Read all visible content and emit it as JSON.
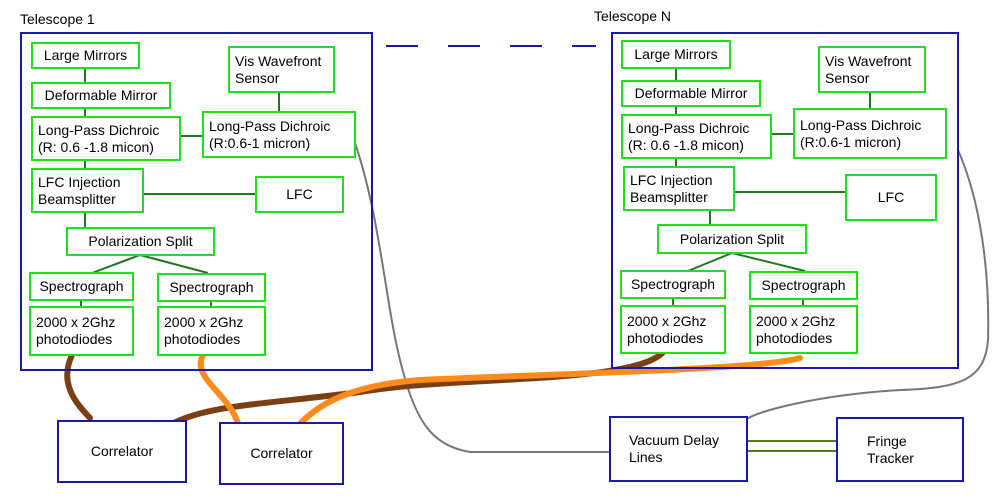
{
  "telescope1": {
    "title": "Telescope 1",
    "large_mirrors": "Large Mirrors",
    "deformable_mirror": "Deformable Mirror",
    "lp_dichroic_line1": "Long-Pass Dichroic",
    "lp_dichroic_line2": "(R: 0.6 -1.8 micon)",
    "vis_wfs_line1": "Vis Wavefront",
    "vis_wfs_line2": "Sensor",
    "lp_dichroic2_line1": "Long-Pass Dichroic",
    "lp_dichroic2_line2": "(R:0.6-1 micron)",
    "lfc_injection_line1": "LFC Injection",
    "lfc_injection_line2": "Beamsplitter",
    "lfc": "LFC",
    "polarization_split": "Polarization Split",
    "spectrograph_a": "Spectrograph",
    "spectrograph_b": "Spectrograph",
    "photodiodes_a_line1": "2000 x 2Ghz",
    "photodiodes_a_line2": "photodiodes",
    "photodiodes_b_line1": "2000 x 2Ghz",
    "photodiodes_b_line2": "photodiodes"
  },
  "telescopeN": {
    "title": "Telescope N",
    "large_mirrors": "Large Mirrors",
    "deformable_mirror": "Deformable Mirror",
    "lp_dichroic_line1": "Long-Pass Dichroic",
    "lp_dichroic_line2": "(R: 0.6 -1.8 micon)",
    "vis_wfs_line1": "Vis Wavefront",
    "vis_wfs_line2": "Sensor",
    "lp_dichroic2_line1": "Long-Pass Dichroic",
    "lp_dichroic2_line2": "(R:0.6-1 micron)",
    "lfc_injection_line1": "LFC Injection",
    "lfc_injection_line2": "Beamsplitter",
    "lfc": "LFC",
    "polarization_split": "Polarization Split",
    "spectrograph_a": "Spectrograph",
    "spectrograph_b": "Spectrograph",
    "photodiodes_a_line1": "2000 x 2Ghz",
    "photodiodes_a_line2": "photodiodes",
    "photodiodes_b_line1": "2000 x 2Ghz",
    "photodiodes_b_line2": "photodiodes"
  },
  "bottom": {
    "correlator_1": "Correlator",
    "correlator_2": "Correlator",
    "vacuum_delay_line1": "Vacuum Delay",
    "vacuum_delay_line2": "Lines",
    "fringe_tracker_line1": "Fringe",
    "fringe_tracker_line2": "Tracker"
  },
  "colors": {
    "green_box": "#22dd22",
    "green_link": "#1f7a1f",
    "blue_box": "#1a1aa6",
    "brown_cable": "#7a3f12",
    "orange_cable": "#ff8c1a",
    "gray_cable": "#777777"
  }
}
